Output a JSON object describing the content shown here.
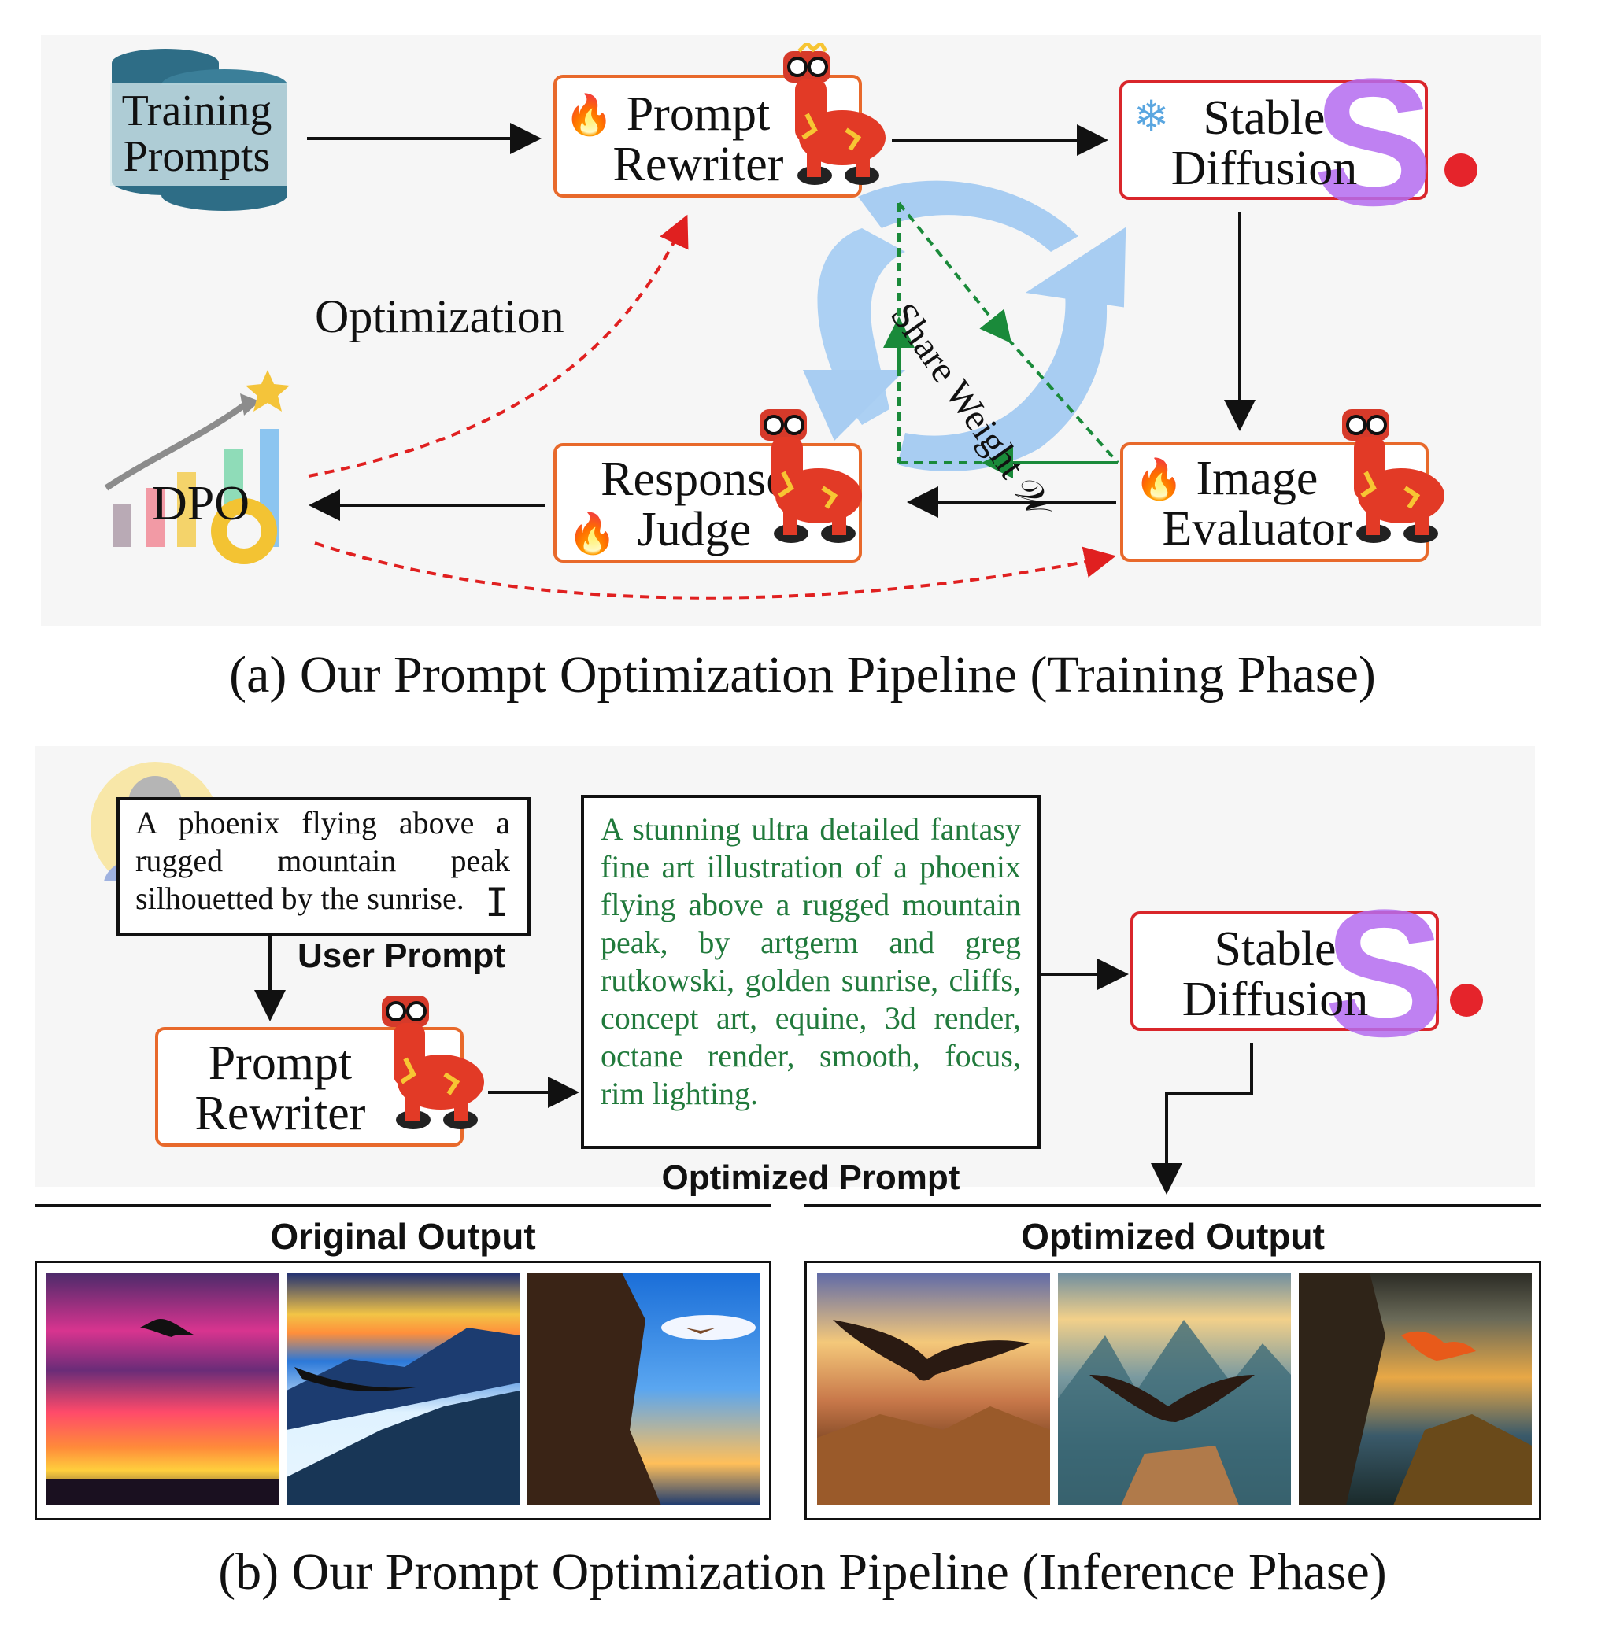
{
  "training": {
    "training_prompts": [
      "Training",
      "Prompts"
    ],
    "prompt_rewriter": [
      "Prompt",
      "Rewriter"
    ],
    "stable_diffusion": [
      "Stable",
      "Diffusion"
    ],
    "image_evaluator": [
      "Image",
      "Evaluator"
    ],
    "response_judge": [
      "Response",
      "Judge"
    ],
    "dpo": "DPO",
    "optimization": "Optimization",
    "share_weight": "Share Weight 𝒲",
    "caption": "(a) Our Prompt Optimization Pipeline (Training Phase)"
  },
  "inference": {
    "user_prompt_text": "A phoenix flying above a rugged mountain peak silhouetted by the sunrise.",
    "user_prompt_label": "User Prompt",
    "prompt_rewriter": [
      "Prompt",
      "Rewriter"
    ],
    "optimized_prompt_text": "A stunning ultra detailed fantasy fine art illustration of a phoenix flying above a rugged mountain peak, by artgerm and greg rutkowski, golden sunrise, cliffs, concept art, equine, 3d render, octane render, smooth, focus, rim lighting.",
    "optimized_prompt_label": "Optimized Prompt",
    "stable_diffusion": [
      "Stable",
      "Diffusion"
    ],
    "original_output_label": "Original Output",
    "optimized_output_label": "Optimized Output",
    "caption": "(b) Our Prompt Optimization Pipeline (Inference Phase)"
  },
  "colors": {
    "orange_border": "#e8692b",
    "red_border": "#d9262b",
    "green_dashed": "#1a8a3a",
    "red_dashed": "#e02020",
    "cycle_arrow": "#a8cdf2",
    "optimized_prompt_text": "#217a3c",
    "panel_bg": "#f6f6f6"
  },
  "icons": [
    "database-icon",
    "fire-icon",
    "snowflake-icon",
    "stable-diffusion-logo",
    "llama-mascot-icon",
    "growth-chart-icon",
    "gear-icon",
    "star-icon",
    "user-avatar-icon",
    "text-cursor-icon"
  ]
}
